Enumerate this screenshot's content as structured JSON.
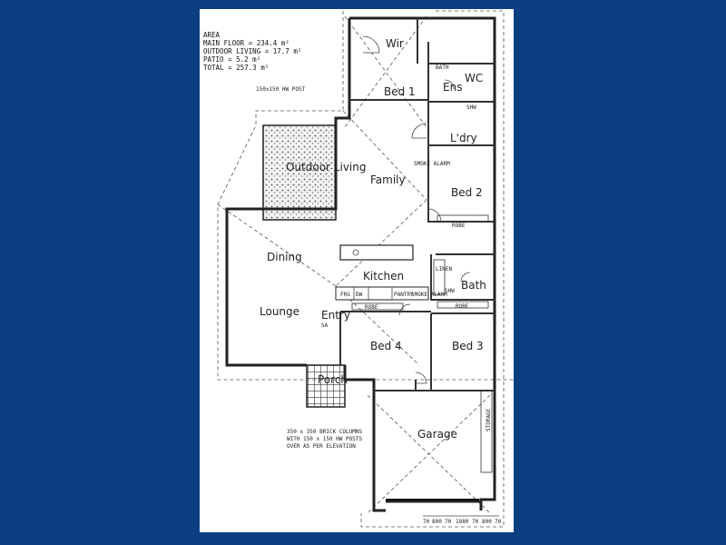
{
  "area": {
    "heading": "AREA",
    "lines": [
      "MAIN FLOOR  = 234.4 m²",
      "OUTDOOR LIVING = 17.7 m²",
      "PATIO  = 5.2 m²",
      "TOTAL  = 257.3 m²"
    ]
  },
  "notes": {
    "post": "150x150 HW POST",
    "columns": [
      "350 x 350 BRICK COLUMNS",
      "WITH 150 x 150 HW POSTS",
      "OVER AS PER ELEVATION"
    ]
  },
  "rooms": {
    "wir": "Wir",
    "bed1": "Bed 1",
    "ens": "Ens",
    "wc": "WC",
    "bath_small": "BATH",
    "shw1": "SHW",
    "laundry": "L'dry",
    "outdoor": "Outdoor Living",
    "family": "Family",
    "bed2": "Bed 2",
    "dining": "Dining",
    "kitchen": "Kitchen",
    "bath": "Bath",
    "lounge": "Lounge",
    "entry": "Entry",
    "bed4": "Bed 4",
    "bed3": "Bed 3",
    "porch": "Porch",
    "garage": "Garage"
  },
  "fixtures": {
    "robe_bed2": "ROBE",
    "robe_entry": "ROBE",
    "robe_bed3": "ROBE",
    "linen": "LINEN",
    "shw2": "SHW",
    "frg": "FRG",
    "dw": "DW",
    "pantry": "PANTRY",
    "storage": "STORAGE",
    "smoke1": "SMOKE ALARM",
    "smoke2": "SMOKE ALARM",
    "sa": "SA"
  },
  "dims": [
    "70",
    "800",
    "70",
    "1880",
    "70",
    "800",
    "70"
  ]
}
